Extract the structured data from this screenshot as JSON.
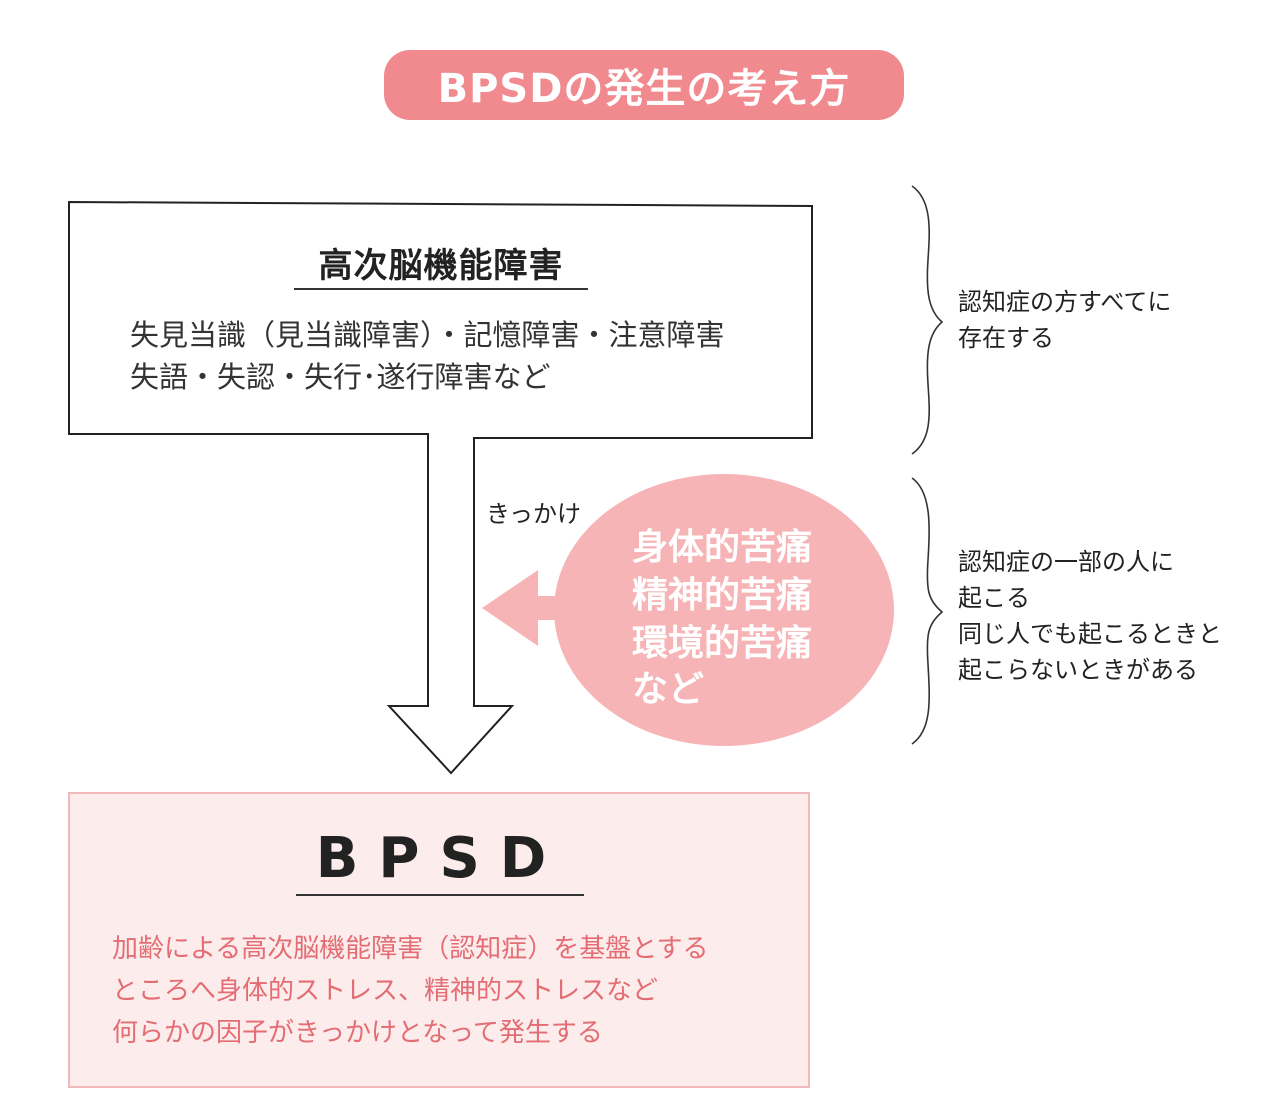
{
  "title": "BPSDの発生の考え方",
  "top_box": {
    "title": "高次脳機能障害",
    "line1": "失見当識（見当識障害）・記憶障害・注意障害",
    "line2": "失語・失認・失行･遂行障害など"
  },
  "trigger_label": "きっかけ",
  "ellipse": {
    "line1": "身体的苦痛",
    "line2": "精神的苦痛",
    "line3": "環境的苦痛",
    "line4": "など"
  },
  "note1": {
    "line1": "認知症の方すべてに",
    "line2": "存在する"
  },
  "note2": {
    "line1": "認知症の一部の人に",
    "line2": "起こる",
    "line3": "同じ人でも起こるときと",
    "line4": "起こらないときがある"
  },
  "bottom_box": {
    "title": "BPSD",
    "line1": "加齢による高次脳機能障害（認知症）を基盤とする",
    "line2": "ところへ身体的ストレス、精神的ストレスなど",
    "line3": "何らかの因子がきっかけとなって発生する"
  },
  "colors": {
    "accent_pink": "#f08a8e",
    "light_pink": "#fcecec",
    "pink_text": "#e36d73",
    "ellipse_fill": "#f6b4b6"
  }
}
